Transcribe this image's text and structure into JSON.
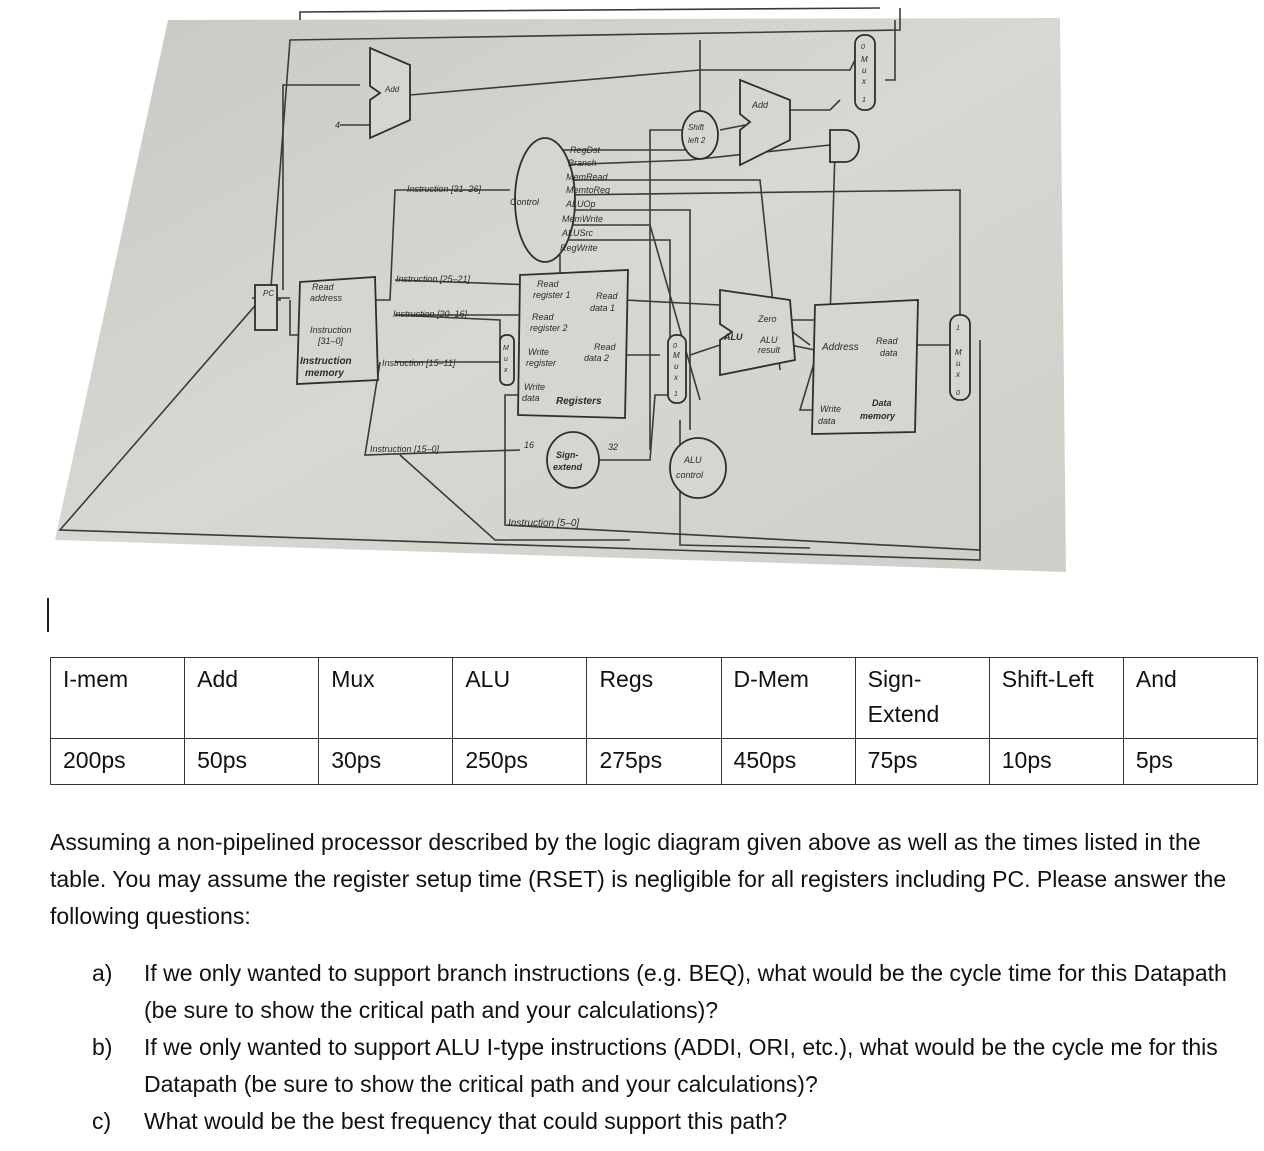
{
  "diagram": {
    "labels": {
      "add_top": "Add",
      "four": "4",
      "pc": "PC",
      "read_address": [
        "Read",
        "address"
      ],
      "instruction_31_0": [
        "Instruction",
        "[31–0]"
      ],
      "instruction_memory": [
        "Instruction",
        "memory"
      ],
      "instr_31_26": "Instruction [31–26]",
      "instr_25_21": "Instruction [25–21]",
      "instr_20_16": "Instruction [20–16]",
      "instr_15_11": "Instruction [15–11]",
      "instr_15_0": "Instruction [15–0]",
      "instr_5_0": "Instruction [5–0]",
      "control": "Control",
      "control_signals": [
        "RegDst",
        "Branch",
        "MemRead",
        "MemtoReg",
        "ALUOp",
        "MemWrite",
        "ALUSrc",
        "RegWrite"
      ],
      "read_register_1": [
        "Read",
        "register 1"
      ],
      "read_register_2": [
        "Read",
        "register 2"
      ],
      "write_register": [
        "Write",
        "register"
      ],
      "write_data_reg": [
        "Write",
        "data"
      ],
      "read_data_1": [
        "Read",
        "data 1"
      ],
      "read_data_2": [
        "Read",
        "data 2"
      ],
      "registers": "Registers",
      "sixteen": "16",
      "thirty_two": "32",
      "sign_extend": [
        "Sign-",
        "extend"
      ],
      "shift_left_2": [
        "Shift",
        "left 2"
      ],
      "add_branch": "Add",
      "zero": "Zero",
      "alu": "ALU",
      "alu_result": [
        "ALU",
        "result"
      ],
      "alu_control": [
        "ALU",
        "control"
      ],
      "address": "Address",
      "read_data_mem": [
        "Read",
        "data"
      ],
      "write_data_mem": [
        "Write",
        "data"
      ],
      "data_memory": [
        "Data",
        "memory"
      ],
      "mux": [
        "M",
        "u",
        "x"
      ],
      "zero_digit": "0",
      "one_digit": "1"
    }
  },
  "table": {
    "headers": [
      "I-mem",
      "Add",
      "Mux",
      "ALU",
      "Regs",
      "D-Mem",
      "Sign-\nExtend",
      "Shift-Left",
      "And"
    ],
    "values": [
      "200ps",
      "50ps",
      "30ps",
      "250ps",
      "275ps",
      "450ps",
      "75ps",
      "10ps",
      "5ps"
    ]
  },
  "question": {
    "intro": "Assuming a non-pipelined processor described by the logic diagram given above as well as the times listed in the table. You may assume the register setup time (RSET) is negligible for all registers including PC. Please answer the following questions:",
    "parts": [
      {
        "mark": "a)",
        "text": "If we only wanted to support branch instructions (e.g. BEQ), what would be the cycle time for this Datapath (be sure to show the critical path and your calculations)?"
      },
      {
        "mark": "b)",
        "text": "If we only wanted to support ALU I-type instructions (ADDI, ORI, etc.), what would be the cycle me for this Datapath (be sure to show the critical path and your calculations)?"
      },
      {
        "mark": "c)",
        "text": "What would be the best frequency that could support this path?"
      }
    ]
  }
}
